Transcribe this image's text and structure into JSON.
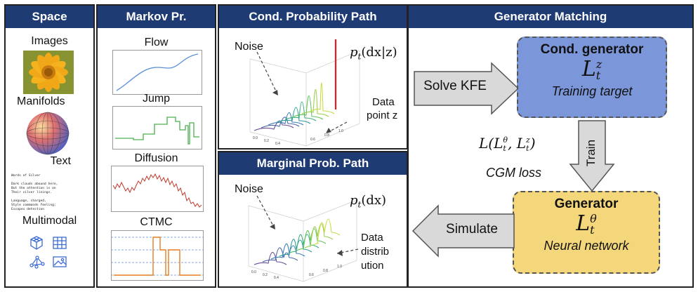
{
  "space": {
    "header": "Space",
    "images_label": "Images",
    "manifolds_label": "Manifolds",
    "text_label": "Text",
    "multimodal_label": "Multimodal",
    "poem": {
      "title": "Words of Silver",
      "line1": "Dark clouds abound here,",
      "line2": "But the attention is on",
      "line3": "Their silver linings.",
      "line4": "Language, charged,",
      "line5": "Style commands feeling;",
      "line6": "Escapes detection"
    }
  },
  "markov": {
    "header": "Markov Pr.",
    "flow_label": "Flow",
    "jump_label": "Jump",
    "diffusion_label": "Diffusion",
    "ctmc_label": "CTMC"
  },
  "cond_path": {
    "header": "Cond. Probability Path",
    "noise_label": "Noise",
    "formula": "p_t(dx|z)",
    "formula_p": "p",
    "formula_t": "t",
    "formula_arg": "(dx|z)",
    "data_point_line1": "Data",
    "data_point_line2": "point z"
  },
  "marginal_path": {
    "header": "Marginal Prob. Path",
    "noise_label": "Noise",
    "formula": "p_t(dx)",
    "formula_p": "p",
    "formula_t": "t",
    "formula_arg": "(dx)",
    "data_dist_line1": "Data",
    "data_dist_line2": "distrib",
    "data_dist_line3": "ution"
  },
  "generator_matching": {
    "header": "Generator Matching",
    "solve_kfe": "Solve KFE",
    "simulate": "Simulate",
    "train": "Train",
    "cond_generator": {
      "title": "Cond. generator",
      "symbol": "L",
      "superscript": "z",
      "subscript": "t",
      "caption": "Training target"
    },
    "loss_formula": "L(L_t^θ, L_t^z)",
    "loss_L": "L(",
    "loss_sup1": "θ",
    "loss_sub": "t",
    "loss_sup2": "z",
    "loss_comma": ", ",
    "loss_close": ")",
    "loss_caption": "CGM loss",
    "generator": {
      "title": "Generator",
      "symbol": "L",
      "superscript": "θ",
      "subscript": "t",
      "caption": "Neural network"
    }
  },
  "colors": {
    "header_bg": "#1f3b73",
    "cond_generator_bg": "#7b96d9",
    "generator_bg": "#f4d77a",
    "arrow_fill": "#d9d9d9"
  }
}
